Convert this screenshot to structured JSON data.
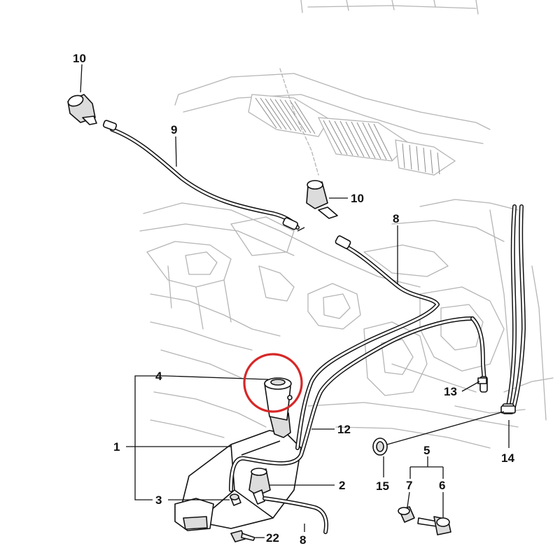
{
  "diagram": {
    "callouts": {
      "c10_top": "10",
      "c9": "9",
      "c10_mid": "10",
      "c8_top": "8",
      "c4": "4",
      "c1": "1",
      "c3": "3",
      "c22": "22",
      "c8_bottom": "8",
      "c2": "2",
      "c12": "12",
      "c13": "13",
      "c14": "14",
      "c15": "15",
      "c5": "5",
      "c7": "7",
      "c6": "6"
    },
    "colors": {
      "highlight_circle": "#d62828",
      "background_linework": "#b5b5b5",
      "parts_linework": "#111111"
    }
  }
}
